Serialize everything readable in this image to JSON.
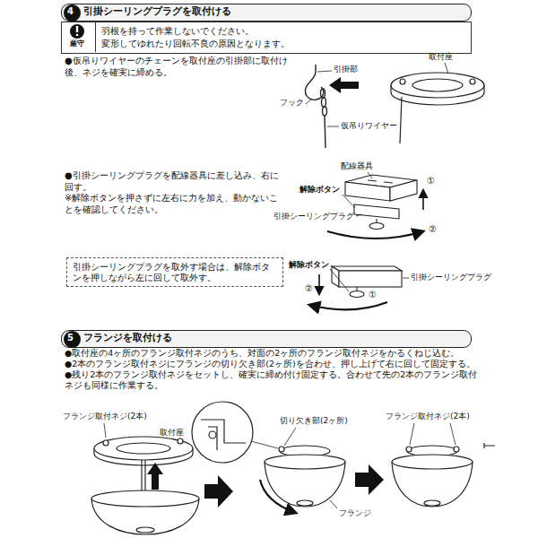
{
  "diagram": {
    "nodes": [
      {
        "text": [
          "引掛シーリングプラグを取付ける"
        ]
      },
      {
        "text": [
          "4"
        ],
        "in": 0
      },
      {
        "text": [
          "羽根を持って作業しないでください。",
          "変形してゆれたり回転不良の原因となります。"
        ]
      },
      {
        "text": [
          "厳守"
        ],
        "in": 2
      },
      {
        "text": [
          "引掛シーリングプラグを取外す場合は、解除ボタンを押しながら左に回して取外す。"
        ]
      },
      {
        "text": [
          "フランジを取付ける"
        ]
      },
      {
        "text": [
          "5"
        ],
        "in": 5
      }
    ],
    "labels": [
      "●仮吊りワイヤーのチェーンを取付座の引掛部に取付け後、ネジを確実に締める。",
      "引掛部",
      "取付座",
      "フック",
      "仮吊りワイヤー",
      "●引掛シーリングプラグを配線器具に差し込み、右に回す。",
      "※解除ボタンを押さずに左右に力を加え、動かないことを確認してください。",
      "配線器具",
      "解除ボタン",
      "①",
      "引掛シーリングプラグ",
      "②",
      "解除ボタン",
      "②",
      "①",
      "引掛シーリングプラグ",
      "●取付座の4ヶ所のフランジ取付ネジのうち、対面の2ヶ所のフランジ取付ネジをかるくねじ込む。",
      "●2本のフランジ取付ネジにフランジの切り欠き部(2ヶ所)を合わせ、押し上げて右に回して固定する。",
      "●残り2本のフランジ取付ネジをセットし、確実に締め付け固定する。合わせて先の2本のフランジ取付ネジも同様に作業する。",
      "フランジ取付ネジ(2本)",
      "取付座",
      "切り欠き部(2ヶ所)",
      "フランジ",
      "フランジ取付ネジ(2本)"
    ]
  }
}
